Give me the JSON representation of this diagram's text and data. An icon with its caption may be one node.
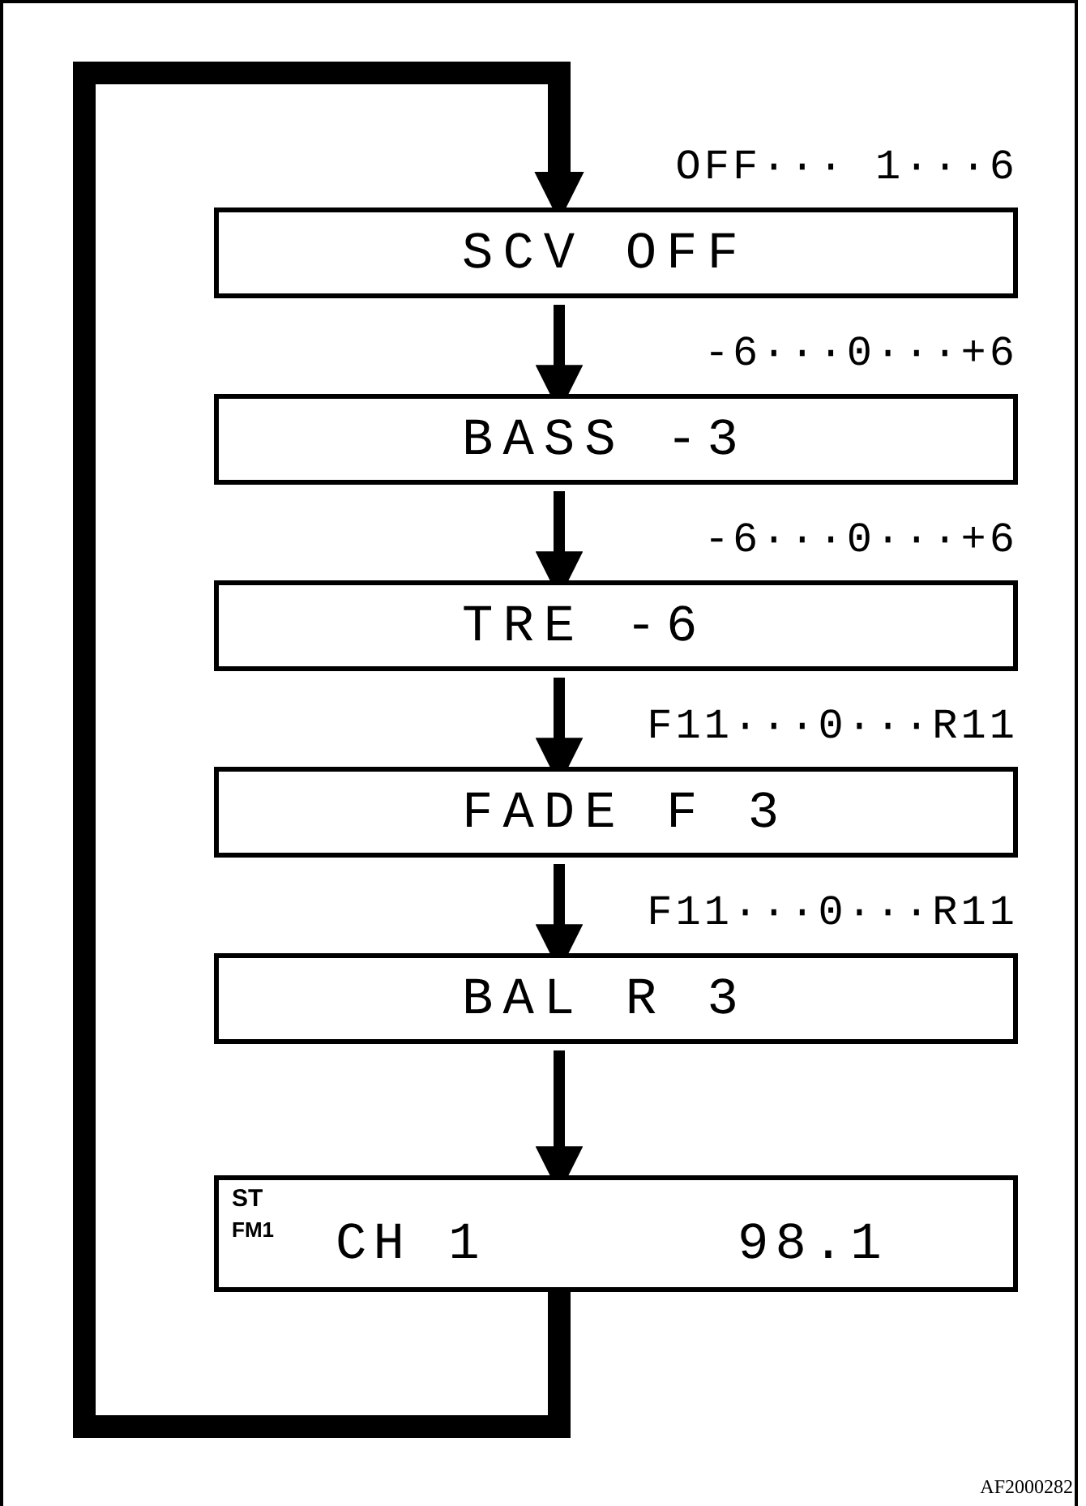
{
  "diagram": {
    "nodes": [
      {
        "text": [
          "SCV OFF"
        ]
      },
      {
        "text": [
          "BASS -3"
        ]
      },
      {
        "text": [
          "TRE -6"
        ]
      },
      {
        "text": [
          "FADE F 3"
        ]
      },
      {
        "text": [
          "BAL R 3"
        ]
      },
      {
        "text": [
          "ST",
          "FM1",
          "CH 1",
          "98.1"
        ]
      }
    ],
    "edges": [
      {
        "from": 5,
        "to": 0,
        "arrow": "to",
        "style": "thick",
        "label": "OFF··· 1···6"
      },
      {
        "from": 0,
        "to": 1,
        "arrow": "to",
        "label": "-6···0···+6"
      },
      {
        "from": 1,
        "to": 2,
        "arrow": "to",
        "label": "-6···0···+6"
      },
      {
        "from": 2,
        "to": 3,
        "arrow": "to",
        "label": "F11···0···R11"
      },
      {
        "from": 3,
        "to": 4,
        "arrow": "to",
        "label": "F11···0···R11"
      },
      {
        "from": 4,
        "to": 5,
        "arrow": "to"
      }
    ],
    "labels": [
      "AF2000282"
    ]
  }
}
